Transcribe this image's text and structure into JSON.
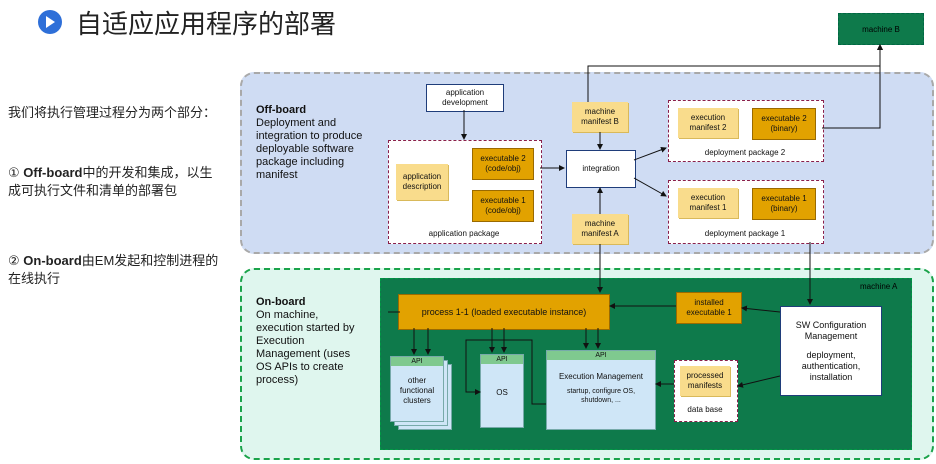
{
  "title": "自适应应用程序的部署",
  "left": {
    "intro": "我们将执行管理过程分为两个部分：",
    "item1_prefix": "① ",
    "item1_bold": "Off-board",
    "item1_rest": "中的开发和集成，以生成可执行文件和清单的部署包",
    "item2_prefix": "② ",
    "item2_bold": "On-board",
    "item2_rest": "由EM发起和控制进程的在线执行"
  },
  "offboard": {
    "heading": "Off-board",
    "desc": "Deployment and integration to produce deployable software package including manifest"
  },
  "onboard": {
    "heading": "On-board",
    "desc": "On machine, execution started by Execution Management (uses OS APIs to create process)"
  },
  "machine_b": "machine B",
  "machine_a": "machine A",
  "app_dev": "application development",
  "app_desc": "application description",
  "exec2_code": "executable 2 (code/obj)",
  "exec1_code": "executable 1 (code/obj)",
  "app_package": "application package",
  "machine_manifest_b": "machine manifest B",
  "machine_manifest_a": "machine manifest A",
  "integration": "integration",
  "exec_manifest_2": "execution manifest 2",
  "exec2_binary": "executable 2 (binary)",
  "deploy_pkg_2": "deployment package 2",
  "exec_manifest_1": "execution manifest 1",
  "exec1_binary": "executable 1 (binary)",
  "deploy_pkg_1": "deployment package 1",
  "process": "process 1-1 (loaded executable instance)",
  "installed_exec": "installed executable 1",
  "swcm_title": "SW Configuration Management",
  "swcm_desc": "deployment, authentication, installation",
  "api": "API",
  "other_clusters": "other functional clusters",
  "os": "OS",
  "em_title": "Execution Management",
  "em_desc": "startup, configure OS, shutdown, ...",
  "processed_manifests": "processed manifests",
  "data_base": "data base"
}
